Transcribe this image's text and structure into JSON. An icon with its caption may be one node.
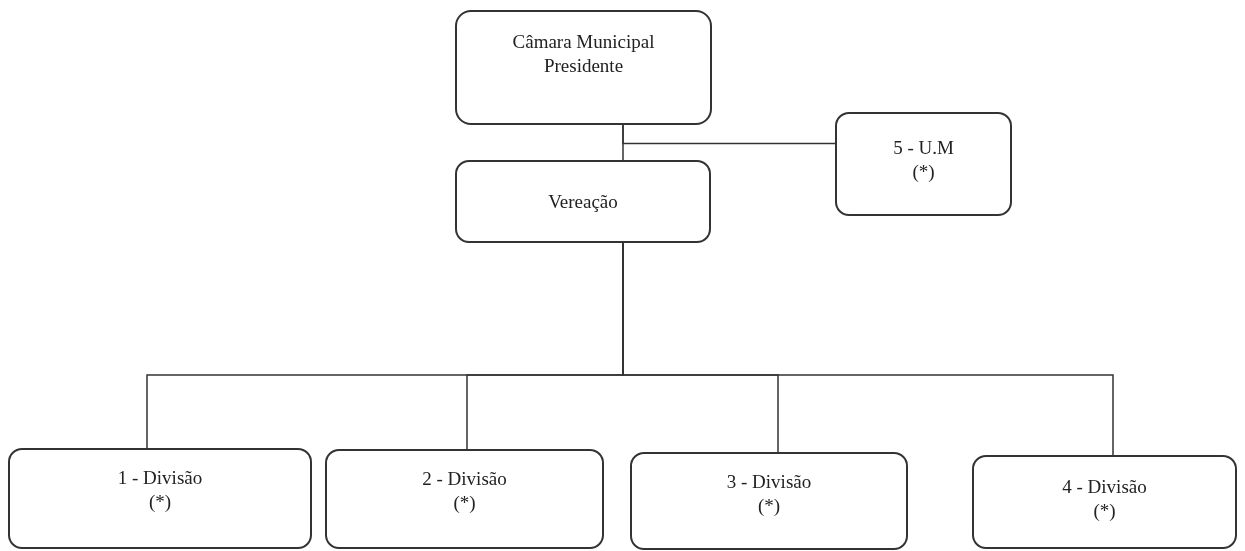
{
  "diagram": {
    "nodes": [
      {
        "text": [
          "Câmara Municipal Presidente"
        ]
      },
      {
        "text": [
          "5 - U.M",
          "(*)"
        ]
      },
      {
        "text": [
          "Vereação"
        ]
      },
      {
        "text": [
          "1 - Divisão",
          "(*)"
        ]
      },
      {
        "text": [
          "2 - Divisão",
          "(*)"
        ]
      },
      {
        "text": [
          "3 - Divisão",
          "(*)"
        ]
      },
      {
        "text": [
          "4 - Divisão",
          "(*)"
        ]
      }
    ],
    "edges": [
      {
        "from": 0,
        "to": 2,
        "arrow": "none"
      },
      {
        "from": 0,
        "to": 1,
        "arrow": "none"
      },
      {
        "from": 2,
        "to": 3,
        "arrow": "none"
      },
      {
        "from": 2,
        "to": 4,
        "arrow": "none"
      },
      {
        "from": 2,
        "to": 5,
        "arrow": "none"
      },
      {
        "from": 2,
        "to": 6,
        "arrow": "none"
      }
    ]
  }
}
